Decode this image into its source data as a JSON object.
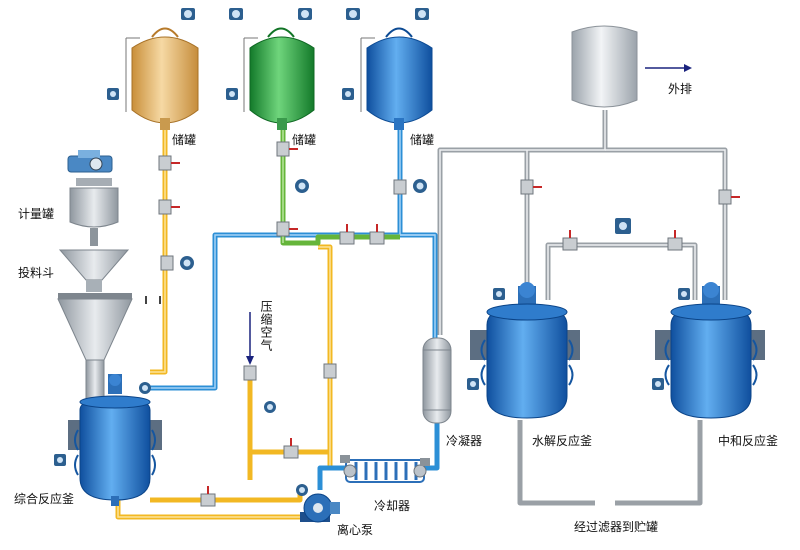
{
  "labels": {
    "tank1": "储罐",
    "tank2": "储罐",
    "tank3": "储罐",
    "exhaust": "外排",
    "metering_tank": "计量罐",
    "hopper": "投料斗",
    "compressed_air": "压缩空气",
    "main_reactor": "综合反应釜",
    "condenser": "冷凝器",
    "hydrolysis_reactor": "水解反应釜",
    "neutralization_reactor": "中和反应釜",
    "cooler": "冷却器",
    "pump": "离心泵",
    "filter_note": "经过滤器到贮罐"
  },
  "colors": {
    "tank_gold": "#e2b060",
    "tank_green": "#2f9e47",
    "tank_blue": "#1f74c9",
    "pipe_yellow": "#f2b823",
    "pipe_blue": "#2c8fd6",
    "pipe_green": "#65b53a",
    "pipe_gray": "#9aa0a6",
    "vessel_blue": "#1e67c0",
    "arrow": "#1a237e"
  }
}
